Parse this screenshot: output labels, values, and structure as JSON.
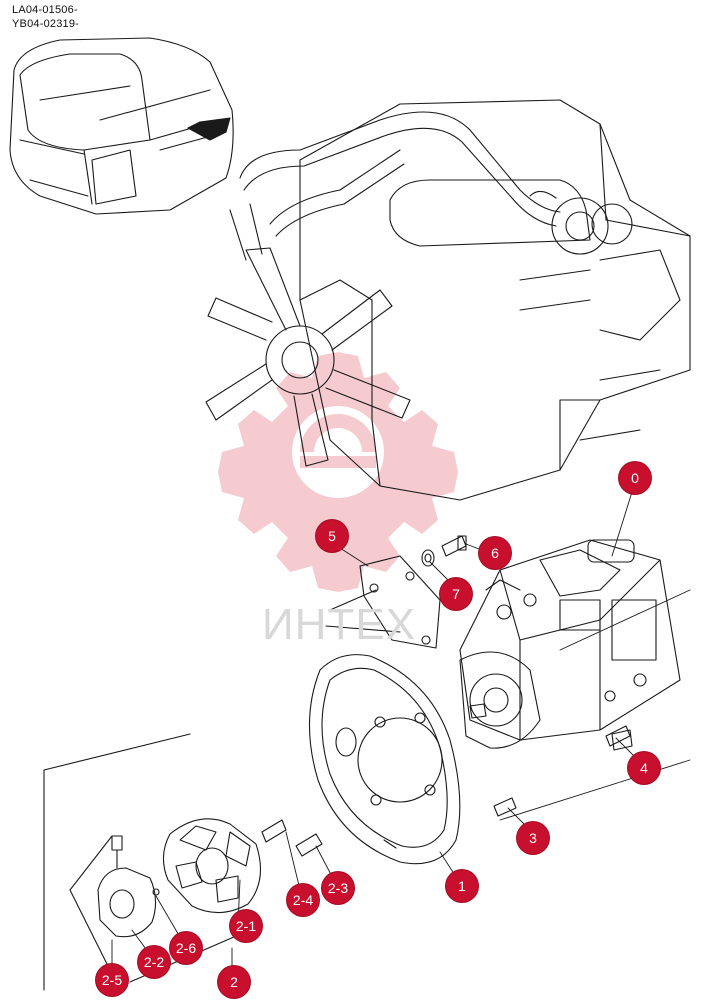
{
  "header": {
    "line1": "LA04-01506-",
    "line2": "YB04-02319-"
  },
  "watermark": {
    "text": "ИНТЕХ",
    "logo_icon": "gear-logo-icon",
    "color": "#f2b8bf"
  },
  "accent_color": "#c8102e",
  "callouts": {
    "c0": "0",
    "c1": "1",
    "c2": "2",
    "c2_1": "2-1",
    "c2_2": "2-2",
    "c2_3": "2-3",
    "c2_4": "2-4",
    "c2_5": "2-5",
    "c2_6": "2-6",
    "c3": "3",
    "c4": "4",
    "c5": "5",
    "c6": "6",
    "c7": "7"
  }
}
